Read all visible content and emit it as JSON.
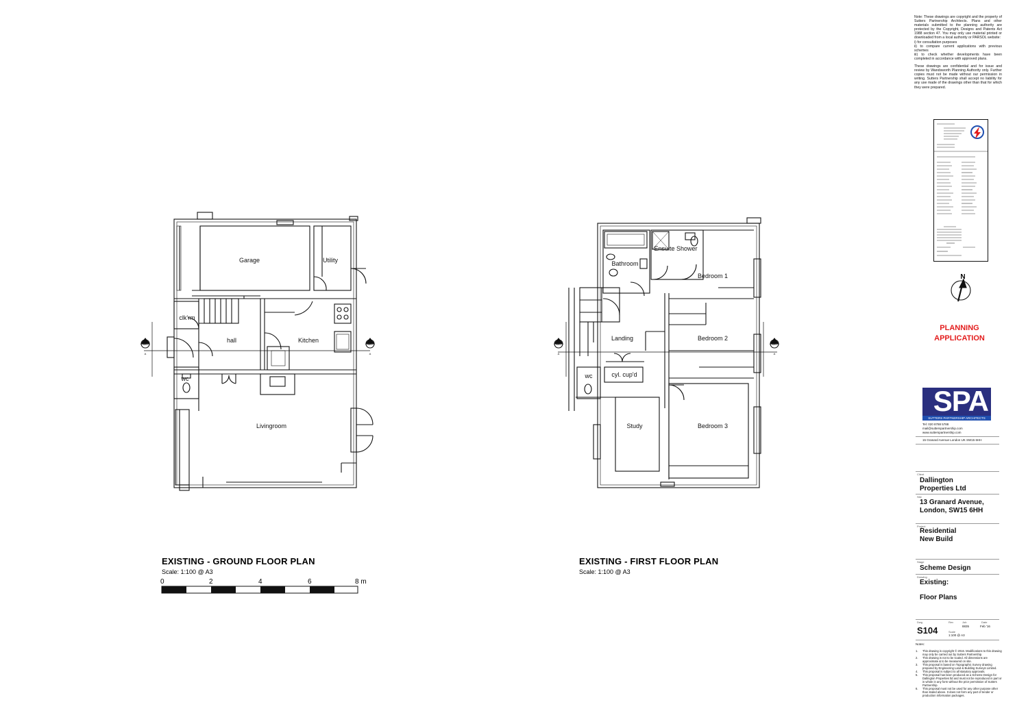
{
  "copyright_note": [
    "Note: These drawings are copyright and the property of Sutters Partnership Architects. Plans and other materials submitted to the planning authority are protected by the Copyright, Designs and Patents Act 1988 section 47. You may only use material printed or downloaded from a local authority or PARSOL website:",
    "i) for consultation purposes",
    "ii) to compare current applications with previous schemes",
    "iii) to check whether developments have been completed in accordance with approved plans.",
    "These drawings are confidential and for issue and review by Wandsworth Planning Authority only. Further copies must not be made without our permission in writing. Sutters Partnership shall accept no liability for any use made of the drawings other than that for which they were prepared."
  ],
  "north_label": "N",
  "stamp": "PLANNING\nAPPLICATION",
  "company": {
    "logo": "SPA",
    "name": "SUTTERS PARTNERSHIP ARCHITECTS",
    "tel": "Tel:   020 8788 5788",
    "email": "mail@sutterspartnership.com",
    "web": "www.sutterspartnership.com",
    "address": "15 Granard Avenue  London UK  SW15 6HH"
  },
  "title_block": {
    "client_label": "Client",
    "client": "Dallington\nProperties Ltd",
    "site_label": "Site",
    "site": "13 Granard Avenue,\nLondon, SW15 6HH",
    "project_label": "Project",
    "project": "Residential\nNew Build",
    "stage_label": "Stage",
    "stage": "Scheme Design",
    "drawing_label": "Drawing",
    "drawing_line1": "Existing:",
    "drawing_line2": "Floor Plans",
    "dwg_label": "Dwg",
    "dwg_no": "S104",
    "rev_label": "Rev",
    "job_label": "Job",
    "job": "8835",
    "date_label": "Date",
    "date": "Feb '16",
    "scale_label": "Scale",
    "scale": "1:100 @ A3",
    "notes_label": "Notes:",
    "notes": [
      {
        "n": "1.",
        "t": "This drawing is copyright © 2016. Modifications to this drawing may only be carried out by Sutters Partnership."
      },
      {
        "n": "2.",
        "t": "This drawing is not to be scaled. All dimensions are approximate & to be measured on site."
      },
      {
        "n": "3.",
        "t": "This proposal is based on Topographic Survey drawing prepared by Engineering Land & Building Surveys Limited."
      },
      {
        "n": "4.",
        "t": "This proposal is subject to all statutory approvals."
      },
      {
        "n": "5.",
        "t": "This proposal has been produced as a Scheme Design for Dallington Properties ltd and must not be reproduced in part or in whole in any form without the prior permission of Sutters Partnership."
      },
      {
        "n": "6.",
        "t": "This proposal must not be used for any other purpose other than stated above. It does not form any part of tender or production information packages."
      }
    ]
  },
  "ground_floor": {
    "title": "EXISTING - GROUND FLOOR PLAN",
    "scale": "Scale: 1:100 @ A3",
    "rooms": {
      "garage": "Garage",
      "utility": "Utility",
      "clkrm": "clk'rm",
      "hall": "hall",
      "kitchen": "Kitchen",
      "wc": "wc",
      "livingroom": "Livingroom"
    },
    "scale_bar": [
      "0",
      "2",
      "4",
      "6",
      "8 m"
    ]
  },
  "first_floor": {
    "title": "EXISTING - FIRST FLOOR PLAN",
    "scale": "Scale: 1:100 @ A3",
    "rooms": {
      "bathroom": "Bathroom",
      "ensuite": "Ensuite Shower",
      "bedroom1": "Bedroom 1",
      "landing": "Landing",
      "bedroom2": "Bedroom 2",
      "cylcupd": "cyl. cup'd",
      "wc": "wc",
      "study": "Study",
      "bedroom3": "Bedroom 3"
    }
  },
  "section_marks": {
    "sec": "SEC",
    "a": "A"
  },
  "colors": {
    "line": "#111111",
    "stamp": "#e31c1c",
    "logo_blue": "#2a2f7f"
  }
}
